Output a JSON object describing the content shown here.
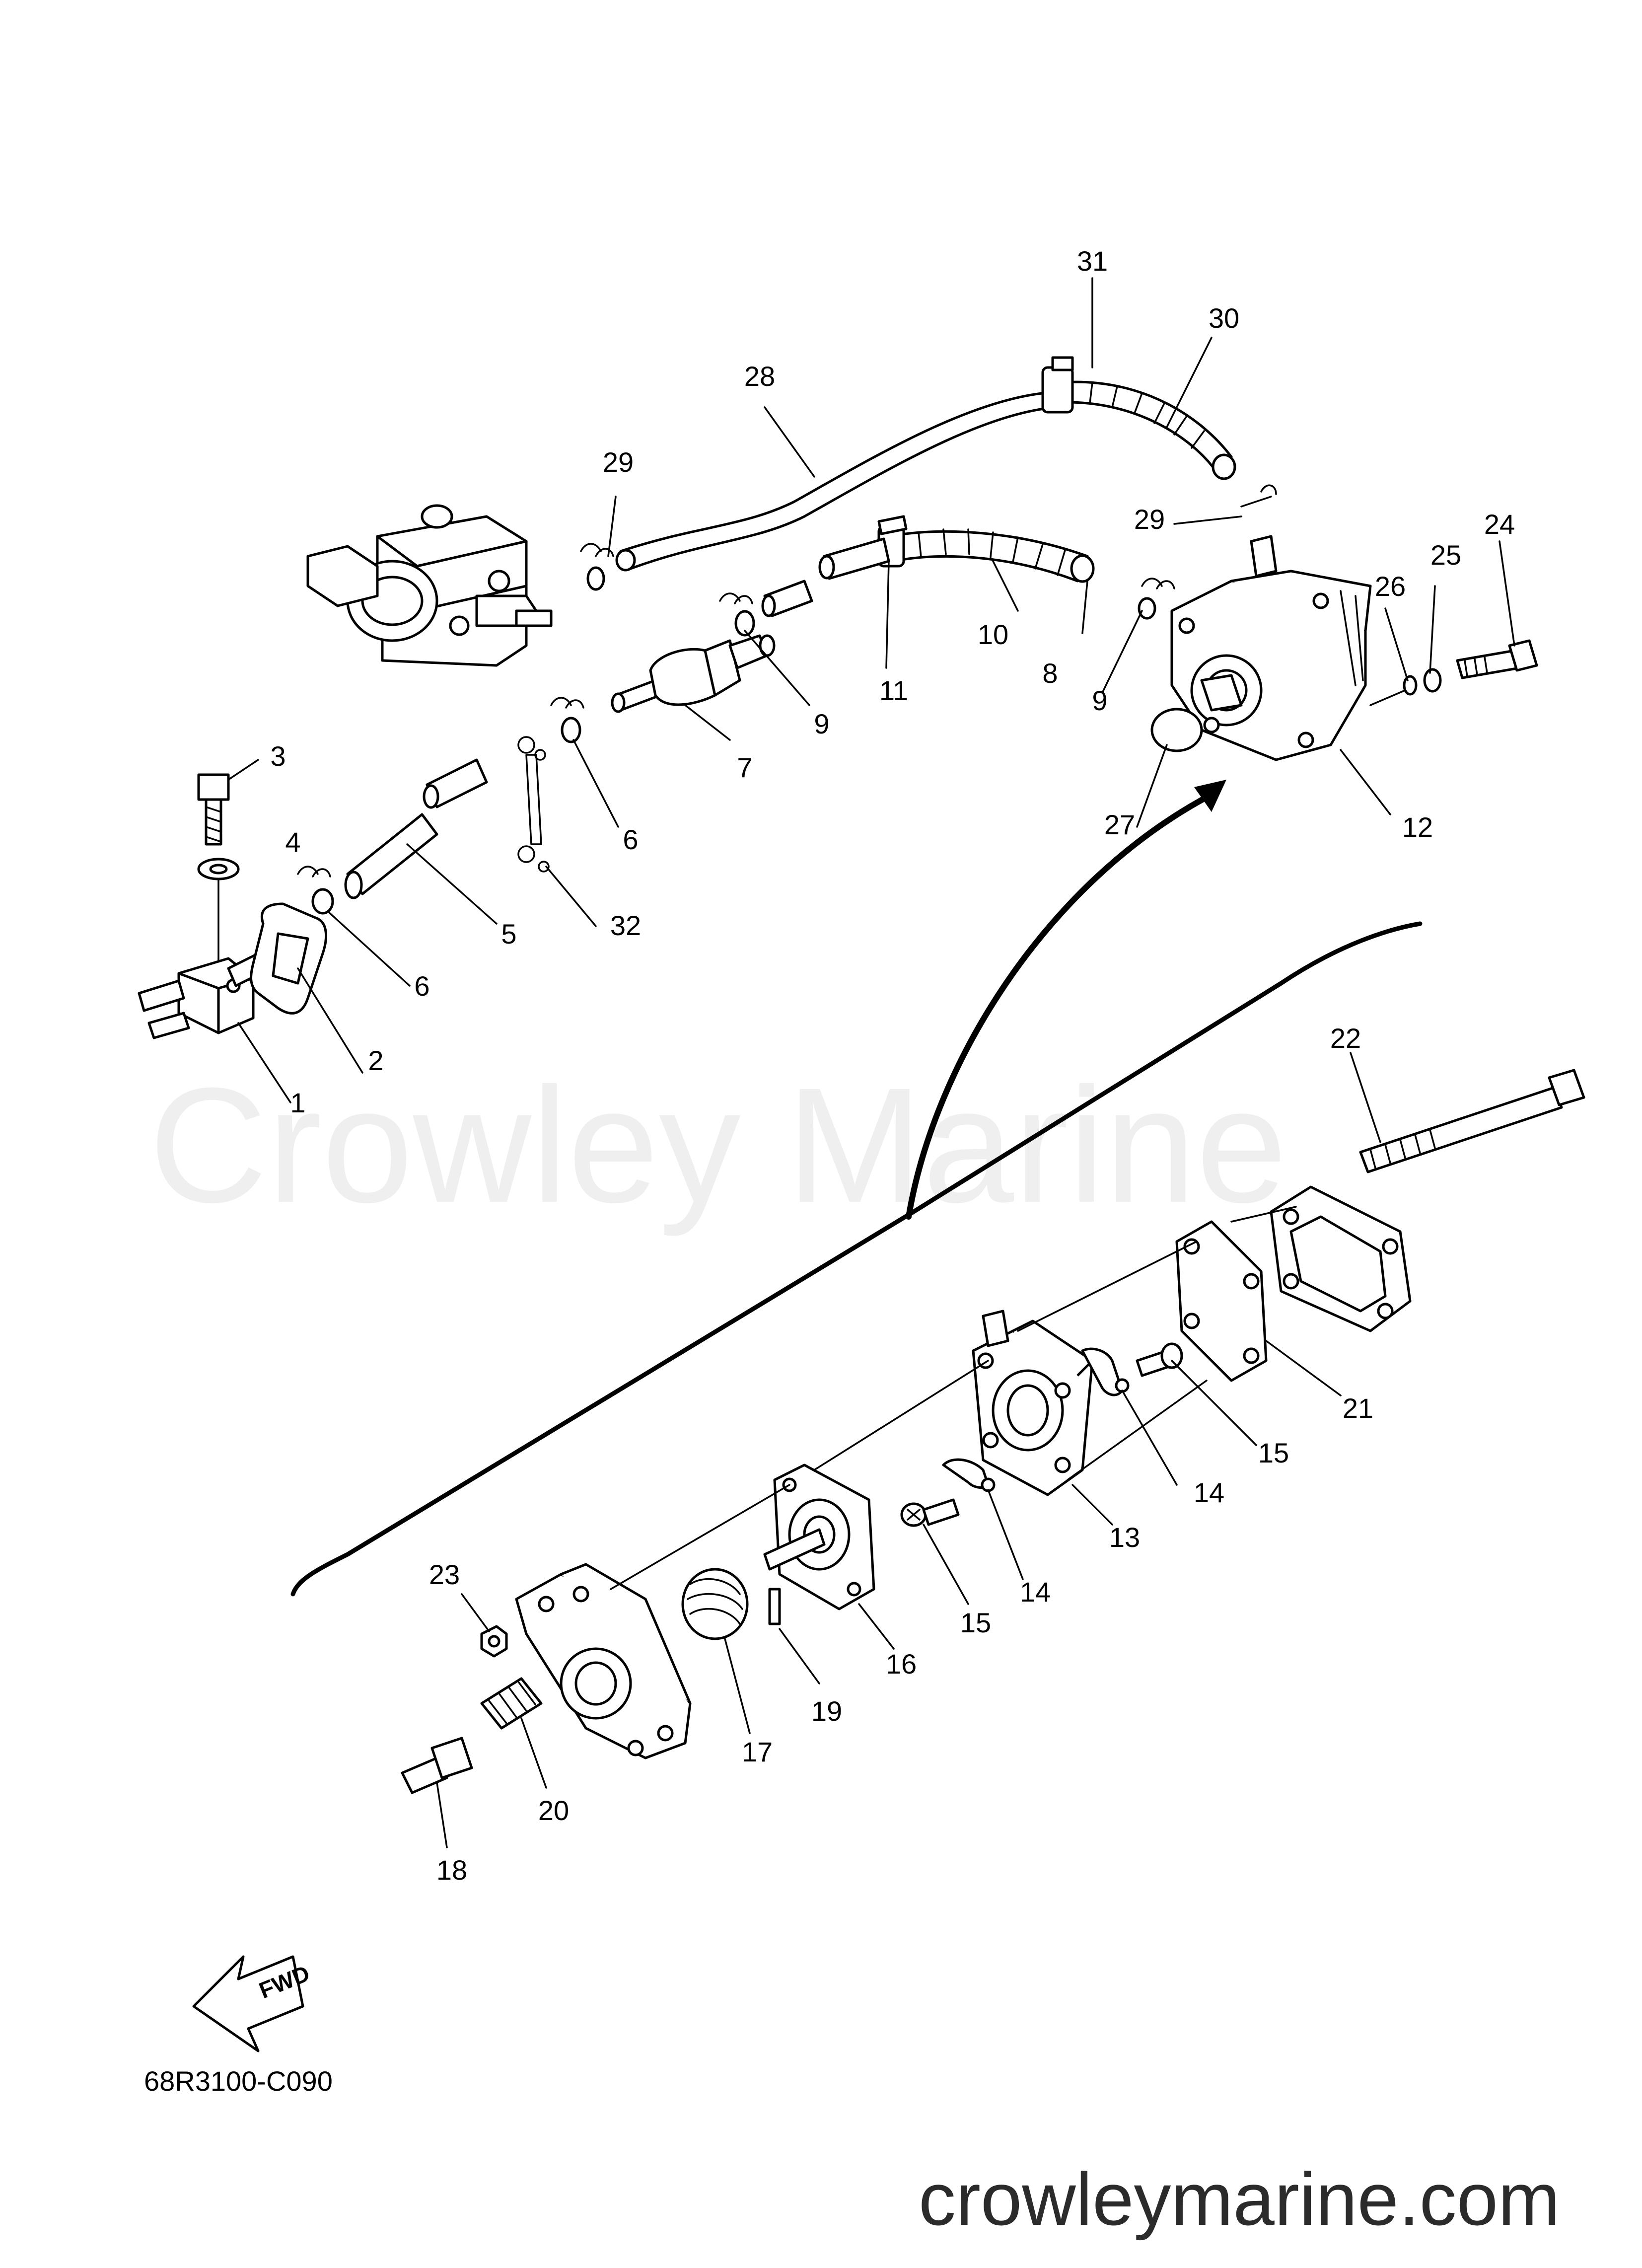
{
  "watermark": "Crowley Marine",
  "diagram_code": "68R3100-C090",
  "footer_url": "crowleymarine.com",
  "fwd_label": "FWD",
  "callouts": {
    "c1": "1",
    "c2": "2",
    "c3": "3",
    "c4": "4",
    "c5": "5",
    "c6a": "6",
    "c6b": "6",
    "c7": "7",
    "c8": "8",
    "c9a": "9",
    "c9b": "9",
    "c10": "10",
    "c11": "11",
    "c12": "12",
    "c13": "13",
    "c14a": "14",
    "c14b": "14",
    "c15a": "15",
    "c15b": "15",
    "c16": "16",
    "c17": "17",
    "c18": "18",
    "c19": "19",
    "c20": "20",
    "c21": "21",
    "c22": "22",
    "c23": "23",
    "c24": "24",
    "c25": "25",
    "c26": "26",
    "c27": "27",
    "c28": "28",
    "c29a": "29",
    "c29b": "29",
    "c30": "30",
    "c31": "31",
    "c32": "32"
  }
}
